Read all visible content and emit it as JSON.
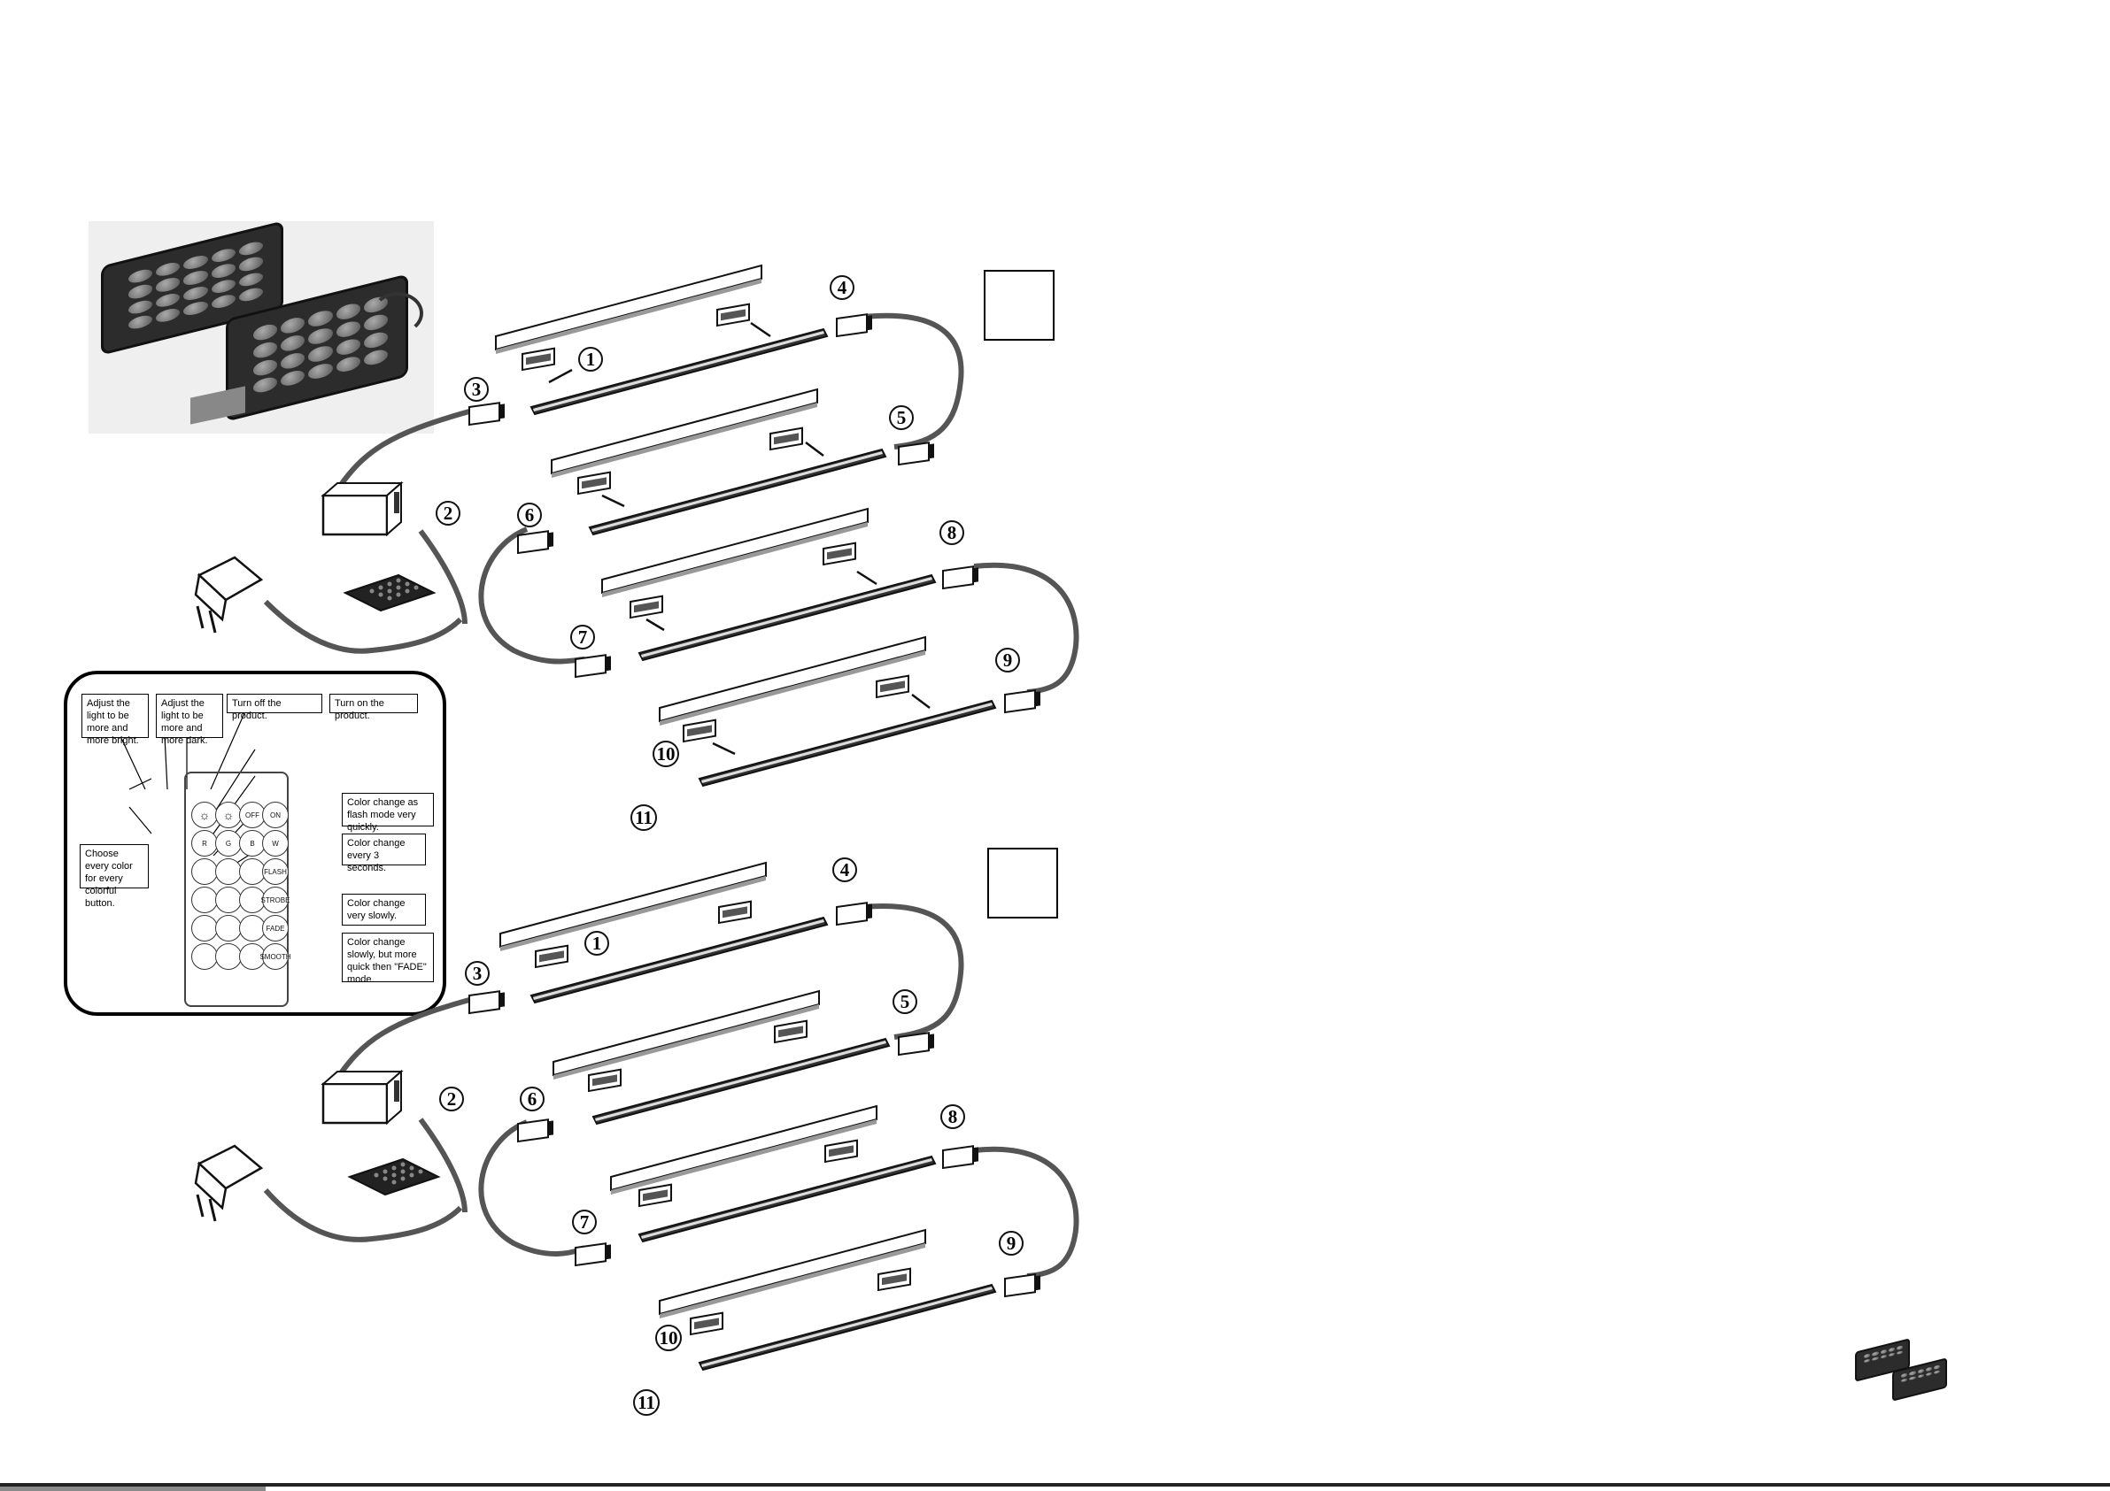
{
  "steps": [
    "1",
    "2",
    "3",
    "4",
    "5",
    "6",
    "7",
    "8",
    "9",
    "10",
    "11"
  ],
  "callouts": {
    "brighter": "Adjust the light to be more and more bright.",
    "darker": "Adjust the light to be more and more dark.",
    "off": "Turn off the product.",
    "on": "Turn on the product.",
    "flash": "Color change as flash mode very quickly.",
    "strobe": "Color change every 3 seconds.",
    "fade": "Color change very slowly.",
    "smooth": "Color change slowly, but more quick then \"FADE\" mode.",
    "choose": "Choose every color for every colorful button."
  },
  "remote_buttons": {
    "off": "OFF",
    "on": "ON",
    "r": "R",
    "g": "G",
    "b": "B",
    "w": "W",
    "flash": "FLASH",
    "strobe": "STROBE",
    "fade": "FADE",
    "smooth": "SMOOTH"
  }
}
